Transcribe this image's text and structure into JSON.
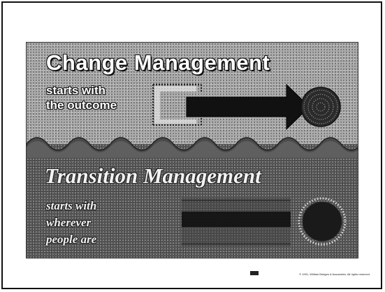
{
  "slide": {
    "top_title": "Change Management",
    "top_subtitle_lines": [
      "starts with",
      "the outcome"
    ],
    "bottom_title": "Transition Management",
    "bottom_subtitle_lines": [
      "starts with",
      "wherever",
      "people are"
    ]
  },
  "footer": {
    "copyright": "© 1991, William Bridges & Associates. All rights reserved."
  },
  "icons": {
    "arrow": "right-arrow-icon",
    "target_top": "dotted-circle-icon",
    "target_bottom": "beaded-ring-icon"
  },
  "colors": {
    "frame": "#111111",
    "top_panel": "#aaaaaa",
    "bottom_panel": "#5f5f5f",
    "title_text": "#ffffff"
  }
}
